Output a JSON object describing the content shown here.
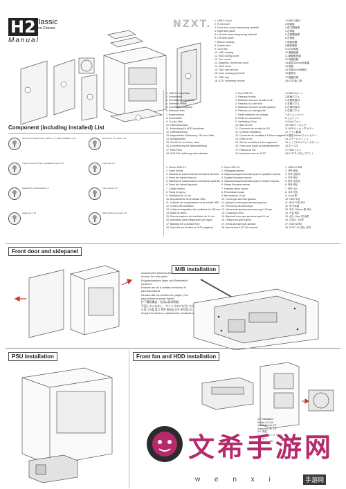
{
  "header": {
    "model": "H2",
    "series": "Classic",
    "subtitle": "Silent Chassis",
    "doc_type": "Manual",
    "brand": "NZXT."
  },
  "parts_list": {
    "english": [
      "1. USB 3.0 port",
      "2. Front bezel",
      "3. Front door sound dampening material",
      "4. Right side panel",
      "5. Left side sound dampening material",
      "6. Left side panel",
      "7. Bottom chassis",
      "8. Rubber feet",
      "9. 12cm fan",
      "10. HDD docking",
      "11. HDD cooling cover",
      "12. Fan control",
      "13. Magnetic 140mm fan cover",
      "14. Steel mesh",
      "15. Top 14cm fan slot",
      "16. Inner cooling grommets",
      "17. HDD tray",
      "18. 5.25\" screwless mounts"
    ],
    "chinese": [
      "1.USB3.0接口",
      "2.前面板",
      "3.前门隔音棉",
      "4.右侧板",
      "5.左侧隔音棉",
      "6.左侧板",
      "7.底部机箱",
      "8.橡胶脚垫",
      "9.12cm风扇",
      "10.硬盘底座",
      "11.硬盘散热罩",
      "12.风扇控制",
      "13.磁性140mm风扇罩",
      "14.钢网",
      "15.顶部14cm风扇位",
      "16.散热孔",
      "17.硬盘托架",
      "18.5.25\"免工具"
    ],
    "german": [
      "1. USB 3.0-Anschluss",
      "2. Frontblende",
      "3. Schalldämmung rechts",
      "4. Seitenteil rechts",
      "5. Schalldämmung links",
      "6. Seitenteil links",
      "7. Bodenchassis",
      "8. Gummifüße",
      "9. 12 cm-Lüfter",
      "10. HDD-Anschluss",
      "11. Abdeckung für HDD-Anschluss",
      "12. Lüftersteuerung",
      "13. Magnetische Abdeckung 140 mm-Lüfter",
      "14. Metallgewebe",
      "15. Slot für 14 cm-Lüfter, oben",
      "16. Durchführung für Wasserkühlung",
      "17. HDD-Fach",
      "18. 5,25-Zoll-Halterung, schraubenlos"
    ],
    "french": [
      "1. Port USB 3.0",
      "2. Panneau frontal",
      "3. Matériau insonore du côté droit",
      "4. Panneau du côté droit",
      "5. Matériau insonore du côté gauche",
      "6. Panneau du côté gauche",
      "7. Partie inférieure du châssis",
      "8. Pieds en caoutchouc",
      "9. Ventilateur 12cm",
      "10. Baie de DD",
      "11. Couvercle de la baie de DD",
      "12. Contrôle ventilateur",
      "13. Couvercle du ventilateur 140mm magnétique",
      "14. Grille en fer",
      "15. Slot du ventilateur 14cm supérieur",
      "16. Trous pour tuyau de refroidissement",
      "17. Plateau de DD",
      "18. Montures sans vis 5.25\""
    ],
    "japanese": [
      "1.USB3.0ポート",
      "2.前面パネル",
      "3.右側防音材",
      "4.右側パネル",
      "5.左側防音材",
      "6.左側パネル",
      "7.ボトムシャーシ",
      "8.ゴムフット",
      "9.12cmファン",
      "10.HDDドッキング",
      "11.HDDドッキングカバー",
      "12.ファン制御",
      "13.磁性140mmファンカバー",
      "14.スチールメッシュ",
      "15.トップ14cmファンスロット",
      "16.ホース穴",
      "17.HDDトレイ",
      "18.5.25\"ネジなしマウント"
    ],
    "spanish": [
      "1. Puerto USB 3.0",
      "2. Panel frontal",
      "3. Material de insonorización del lateral derecho",
      "4. Panel del lateral derecho",
      "5. Material de insonorización del lateral izquierdo",
      "6. Panel del lateral izquierdo",
      "7. Chasis inferior",
      "8. Patas de goma",
      "9. Ventilador de 12 cm",
      "10. Acoplamiento de la unidad HDD",
      "11. Cubierta del acoplamiento de la unidad HDD",
      "12. Control del ventilador",
      "13. Cubierta magnética del ventilador de 140 mm",
      "14. Malla de acero",
      "15. Ranura superior del ventilador de 14 cm",
      "16. Arandelas para refrigeración por agua",
      "17. Bandeja de la unidad HDD",
      "18. Soportes sin tornillos de 5,25 pulgadas"
    ],
    "russian": [
      "1. Порт USB 3.0",
      "2. Передняя панель",
      "3. Звукоизоляционный материал с правой стороны",
      "4. Правая боковая панель",
      "5. Звукоизоляционный материал с левой стороны",
      "6. Левая боковая панель",
      "7. Нижняя часть шасси",
      "8. Резиновые ножки",
      "9. Вентилятор 12 см",
      "10. Отсек для жестких дисков",
      "11. Крышка отсека для жестких дисков",
      "12. Регулятор вентилятора",
      "13. Магнитная крышка вентилятора 140 мм",
      "14. Стальная сетка",
      "15. Верхний слот для вентилятора 14 см",
      "16. Отверстия для трубок",
      "17. Лоток для жестких дисков",
      "18. Крепления 5,25\" без винтов"
    ],
    "korean": [
      "1. USB 3.0 포트",
      "2. 전면 베젤",
      "3. 우측 방음재",
      "4. 우측 패널",
      "5. 좌측 방음재",
      "6. 좌측 패널",
      "7. 하단 섀시",
      "8. 고무 받침",
      "9. 12cm 팬",
      "10. HDD 도킹",
      "11. HDD 도킹 커버",
      "12. 팬 컨트롤",
      "13. 자석 140mm 팬 커버",
      "14. 스틸 메쉬",
      "15. 상단 14cm 팬 슬롯",
      "16. 수냉식 그로멧",
      "17. HDD 트레이",
      "18. 5.25\" 나사 없는 장착"
    ]
  },
  "component_section": {
    "title": "Component (including installed) List",
    "items": [
      "Screws for Motherboard, SSD & 2.5\" HDD installation x 24",
      "Thumb screw for PSU & expansion card x 10",
      "Standoff for motherboard x 9",
      "Cable ties x 10",
      "Screws for 3.5\" HDD x 24",
      "Case feet x 4",
      "Fan screws x 16",
      "SSD rubber grommets x 8"
    ]
  },
  "sections": {
    "front_door": "Front door and sidepanel",
    "mb_install": "M/B installation",
    "psu_install": "PSU installation",
    "front_fan": "Front fan and HDD installation"
  },
  "front_door_instructions": [
    "Unscrew the thumbscrews and pull to",
    "remove the side panel",
    "Flügelschrauben lösen und Seitenteich",
    "abziehen",
    "Enlevez les vis à oreilles et enlevez le",
    "panneau latéral",
    "Desatornille los tornillos de pulgar y tire",
    "para extraer el panel lateral",
    "拧下翼形螺丝，拉动以拆卸侧板",
    "手回しネジを外し、サイドパネルを引いて外す",
    "나비 나사를 풀고 측면 패널을 당겨 분리합니다",
    "Открутите винты с накатанной головкой и снимите боковую панель"
  ],
  "hdd_caption": [
    "3.5\" installation",
    "Einbau 3,5-Zoll",
    "Installation du 3,5\"",
    "Instalación de 3,5\"",
    "3.5\" 安装",
    "3.5インチ インストール",
    "3.5\" 설치",
    "Установка 3,5\""
  ],
  "watermark": {
    "title": "文希手游网",
    "subtitle": "w e n x i",
    "badge": "手游网"
  },
  "colors": {
    "accent": "#b52a6a",
    "arrow": "#c0392b",
    "ink": "#222222"
  }
}
